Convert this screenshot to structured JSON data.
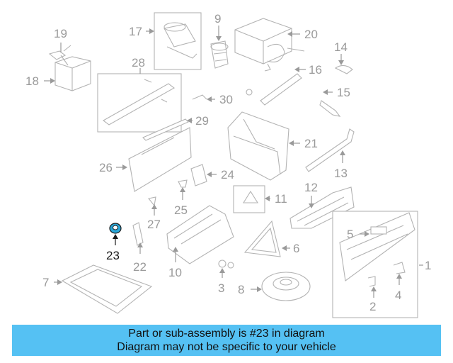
{
  "diagram": {
    "highlight_color": "#2aa7d8",
    "callouts": [
      "1",
      "2",
      "3",
      "4",
      "5",
      "6",
      "7",
      "8",
      "9",
      "10",
      "11",
      "12",
      "13",
      "14",
      "15",
      "16",
      "17",
      "18",
      "19",
      "20",
      "21",
      "22",
      "23",
      "24",
      "25",
      "26",
      "27",
      "28",
      "29",
      "30"
    ],
    "highlighted_part": "23"
  },
  "banner": {
    "line1": "Part or sub-assembly is #23 in diagram",
    "line2": "Diagram may not be specific to your vehicle",
    "background": "#55c1f3"
  }
}
